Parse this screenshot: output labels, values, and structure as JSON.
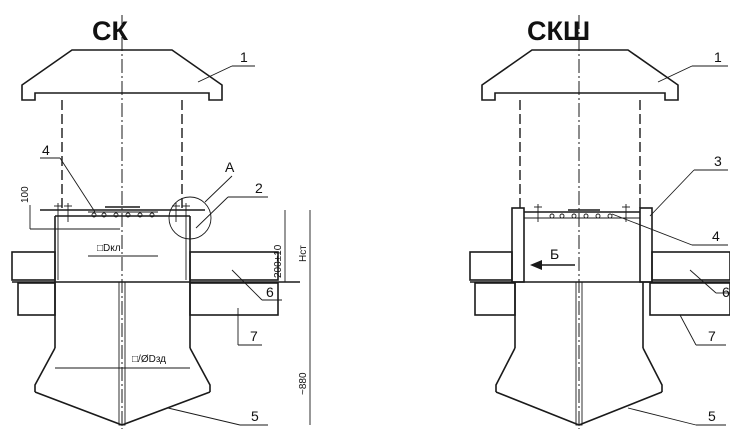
{
  "left": {
    "title": "СК",
    "callouts": [
      "1",
      "2",
      "4",
      "5",
      "6",
      "7"
    ],
    "detail_label": "А",
    "dims": {
      "top_offset": "100",
      "opening": "□Dкл",
      "height_200": "200±10",
      "hst": "Нст",
      "duct": "□/ØDзд",
      "depth": "~880"
    }
  },
  "right": {
    "title": "СКШ",
    "callouts": [
      "1",
      "3",
      "4",
      "6",
      "7",
      "5"
    ],
    "view_label": "Б"
  }
}
